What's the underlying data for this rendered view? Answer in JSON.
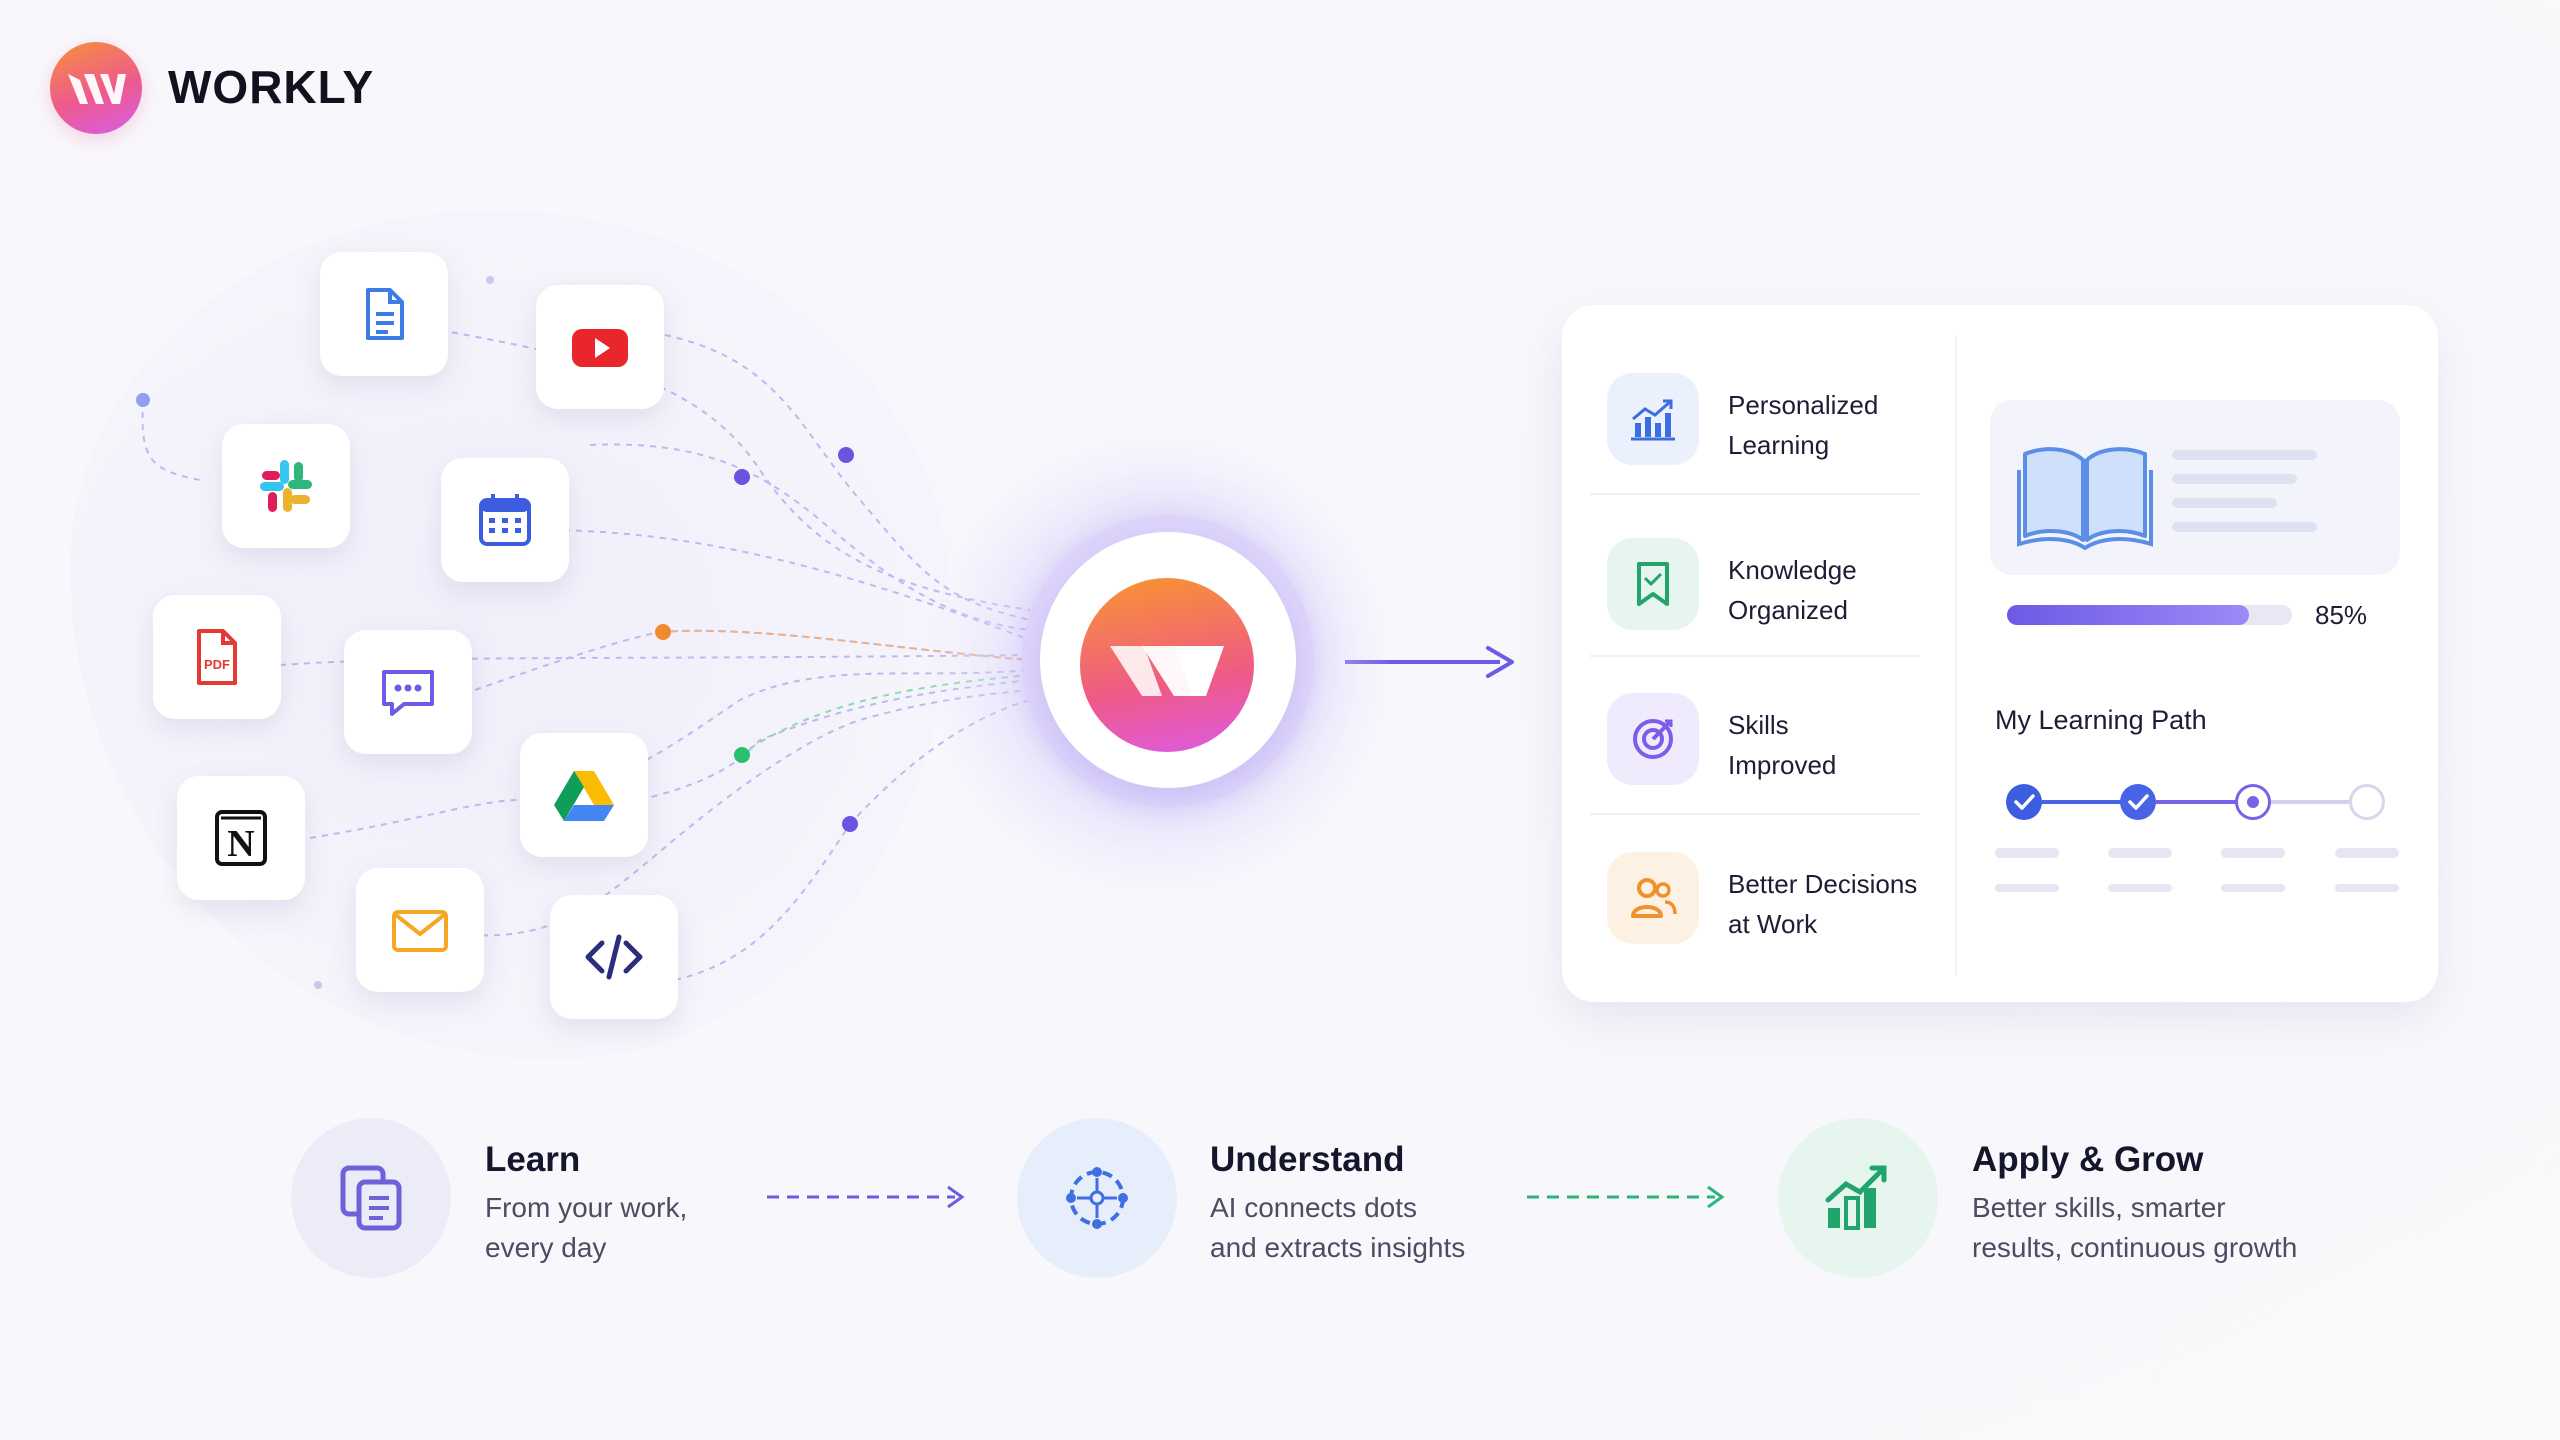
{
  "brand": {
    "name": "WORKLY"
  },
  "sources": [
    {
      "id": "document",
      "icon": "document-icon"
    },
    {
      "id": "youtube",
      "icon": "youtube-icon"
    },
    {
      "id": "slack",
      "icon": "slack-icon"
    },
    {
      "id": "calendar",
      "icon": "calendar-icon"
    },
    {
      "id": "pdf",
      "icon": "pdf-icon",
      "label": "PDF"
    },
    {
      "id": "chat",
      "icon": "chat-icon"
    },
    {
      "id": "notion",
      "icon": "notion-icon",
      "label": "N"
    },
    {
      "id": "google-drive",
      "icon": "google-drive-icon"
    },
    {
      "id": "email",
      "icon": "email-icon"
    },
    {
      "id": "code",
      "icon": "code-icon"
    }
  ],
  "benefits": [
    {
      "line1": "Personalized",
      "line2": "Learning",
      "icon": "chart-growth-icon",
      "color": "#3b6fe0"
    },
    {
      "line1": "Knowledge",
      "line2": "Organized",
      "icon": "bookmark-icon",
      "color": "#22a46a"
    },
    {
      "line1": "Skills",
      "line2": "Improved",
      "icon": "target-icon",
      "color": "#7d5ce8"
    },
    {
      "line1": "Better Decisions",
      "line2": "at Work",
      "icon": "people-icon",
      "color": "#f0912e"
    }
  ],
  "learning_path": {
    "progress_label": "85%",
    "progress": 0.85,
    "title": "My Learning Path",
    "steps": [
      "completed",
      "completed",
      "current",
      "pending"
    ]
  },
  "flow": [
    {
      "title": "Learn",
      "desc1": "From your work,",
      "desc2": "every day",
      "icon": "copy-document-icon",
      "color": "#6e62d8"
    },
    {
      "title": "Understand",
      "desc1": "AI connects dots",
      "desc2": "and extracts insights",
      "icon": "ai-brain-icon",
      "color": "#3f6fe0"
    },
    {
      "title": "Apply & Grow",
      "desc1": "Better skills, smarter",
      "desc2": "results, continuous growth",
      "icon": "growth-chart-icon",
      "color": "#21a46b"
    }
  ],
  "colors": {
    "accent": "#6c5ae6",
    "green": "#22a46a",
    "orange": "#f0912e"
  }
}
